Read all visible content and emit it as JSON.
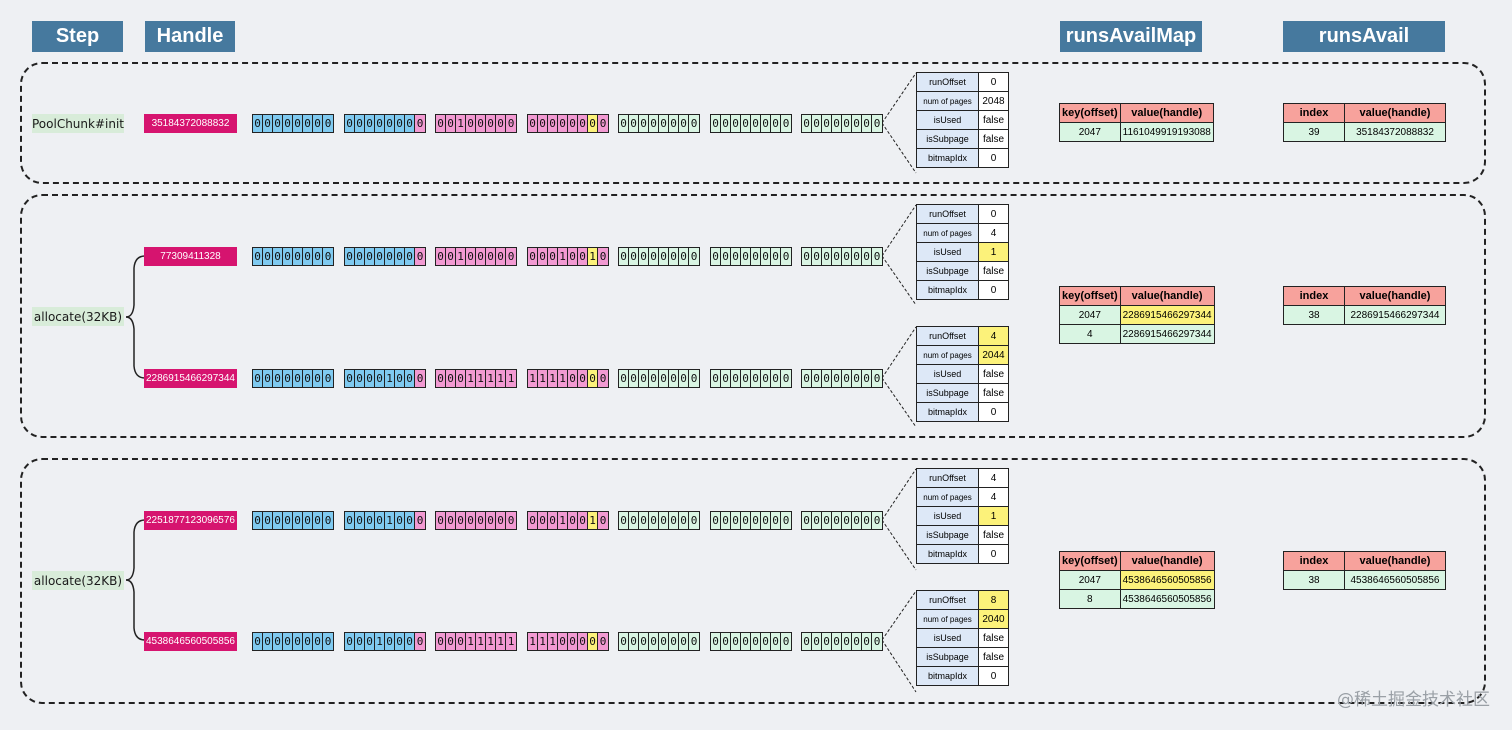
{
  "headers": {
    "step": "Step",
    "handle": "Handle",
    "runsAvailMap": "runsAvailMap",
    "runsAvail": "runsAvail"
  },
  "rows": [
    {
      "step": "PoolChunk#init",
      "handle": "35184372088832",
      "bits": [
        [
          "00000000",
          "bbbbbbbb"
        ],
        [
          "00000000",
          "bbbbbbbp"
        ],
        [
          "00100000",
          "pppppppp"
        ],
        [
          "00000000",
          "ppppppyp"
        ],
        [
          "00000000",
          "mmmmmmmm"
        ],
        [
          "00000000",
          "mmmmmmmm"
        ],
        [
          "00000000",
          "mmmmmmmm"
        ]
      ],
      "run": {
        "runOffset": "0",
        "numPages": "2048",
        "isUsed": "false",
        "isSubpage": "false",
        "bitmapIdx": "0",
        "hl": []
      }
    },
    {
      "handle": "77309411328",
      "bits": [
        [
          "00000000",
          "bbbbbbbb"
        ],
        [
          "00000000",
          "bbbbbbbp"
        ],
        [
          "00100000",
          "pppppppp"
        ],
        [
          "00010010",
          "ppppppyp"
        ],
        [
          "00000000",
          "mmmmmmmm"
        ],
        [
          "00000000",
          "mmmmmmmm"
        ],
        [
          "00000000",
          "mmmmmmmm"
        ]
      ],
      "run": {
        "runOffset": "0",
        "numPages": "4",
        "isUsed": "1",
        "isSubpage": "false",
        "bitmapIdx": "0",
        "hl": [
          "isUsed"
        ]
      }
    },
    {
      "handle": "2286915466297344",
      "bits": [
        [
          "00000000",
          "bbbbbbbb"
        ],
        [
          "00001000",
          "bbbbbbbp"
        ],
        [
          "00011111",
          "pppppppp"
        ],
        [
          "11110000",
          "ppppppyp"
        ],
        [
          "00000000",
          "mmmmmmmm"
        ],
        [
          "00000000",
          "mmmmmmmm"
        ],
        [
          "00000000",
          "mmmmmmmm"
        ]
      ],
      "run": {
        "runOffset": "4",
        "numPages": "2044",
        "isUsed": "false",
        "isSubpage": "false",
        "bitmapIdx": "0",
        "hl": [
          "runOffset",
          "numPages"
        ]
      }
    },
    {
      "handle": "2251877123096576",
      "bits": [
        [
          "00000000",
          "bbbbbbbb"
        ],
        [
          "00001000",
          "bbbbbbbp"
        ],
        [
          "00000000",
          "pppppppp"
        ],
        [
          "00010010",
          "ppppppyp"
        ],
        [
          "00000000",
          "mmmmmmmm"
        ],
        [
          "00000000",
          "mmmmmmmm"
        ],
        [
          "00000000",
          "mmmmmmmm"
        ]
      ],
      "run": {
        "runOffset": "4",
        "numPages": "4",
        "isUsed": "1",
        "isSubpage": "false",
        "bitmapIdx": "0",
        "hl": [
          "isUsed"
        ]
      }
    },
    {
      "handle": "4538646560505856",
      "bits": [
        [
          "00000000",
          "bbbbbbbb"
        ],
        [
          "00010000",
          "bbbbbbbp"
        ],
        [
          "00011111",
          "pppppppp"
        ],
        [
          "11100000",
          "ppppppyp"
        ],
        [
          "00000000",
          "mmmmmmmm"
        ],
        [
          "00000000",
          "mmmmmmmm"
        ],
        [
          "00000000",
          "mmmmmmmm"
        ]
      ],
      "run": {
        "runOffset": "8",
        "numPages": "2040",
        "isUsed": "false",
        "isSubpage": "false",
        "bitmapIdx": "0",
        "hl": [
          "runOffset",
          "numPages"
        ]
      }
    }
  ],
  "allocSteps": [
    "allocate(32KB)",
    "allocate(32KB)"
  ],
  "runLabels": {
    "runOffset": "runOffset",
    "numPages": "num of pages",
    "isUsed": "isUsed",
    "isSubpage": "isSubpage",
    "bitmapIdx": "bitmapIdx"
  },
  "maps": [
    {
      "head": [
        "key(offset)",
        "value(handle)"
      ],
      "rows": [
        [
          "2047",
          "1161049919193088",
          ""
        ]
      ]
    },
    {
      "head": [
        "key(offset)",
        "value(handle)"
      ],
      "rows": [
        [
          "2047",
          "2286915466297344",
          "hl"
        ],
        [
          "4",
          "2286915466297344",
          ""
        ]
      ]
    },
    {
      "head": [
        "key(offset)",
        "value(handle)"
      ],
      "rows": [
        [
          "2047",
          "4538646560505856",
          "hl"
        ],
        [
          "8",
          "4538646560505856",
          ""
        ]
      ]
    }
  ],
  "avails": [
    {
      "head": [
        "index",
        "value(handle)"
      ],
      "rows": [
        [
          "39",
          "35184372088832"
        ]
      ]
    },
    {
      "head": [
        "index",
        "value(handle)"
      ],
      "rows": [
        [
          "38",
          "2286915466297344"
        ]
      ]
    },
    {
      "head": [
        "index",
        "value(handle)"
      ],
      "rows": [
        [
          "38",
          "4538646560505856"
        ]
      ]
    }
  ],
  "colors": {
    "b": "#7fcaf0",
    "p": "#f29ad2",
    "m": "#d9f5e3",
    "y": "#fcf27a",
    "header": "#46799e",
    "handle": "#d6146f"
  },
  "watermark": "@稀土掘金技术社区"
}
